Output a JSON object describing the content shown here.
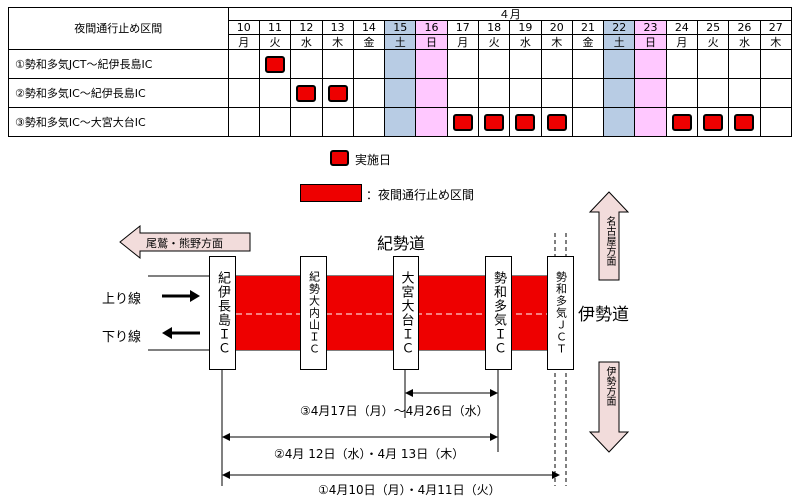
{
  "schedule": {
    "section_header": "夜間通行止め区間",
    "month": "４月",
    "dates": [
      "10",
      "11",
      "12",
      "13",
      "14",
      "15",
      "16",
      "17",
      "18",
      "19",
      "20",
      "21",
      "22",
      "23",
      "24",
      "25",
      "26",
      "27"
    ],
    "weekdays": [
      "月",
      "火",
      "水",
      "木",
      "金",
      "土",
      "日",
      "月",
      "火",
      "水",
      "木",
      "金",
      "土",
      "日",
      "月",
      "火",
      "水",
      "木"
    ],
    "day_types": [
      "w",
      "w",
      "w",
      "w",
      "w",
      "sat",
      "sun",
      "w",
      "w",
      "w",
      "w",
      "w",
      "sat",
      "sun",
      "w",
      "w",
      "w",
      "w"
    ],
    "rows": [
      {
        "label": "①勢和多気JCT～紀伊長島IC",
        "marked": [
          0,
          1,
          0,
          0,
          0,
          0,
          0,
          0,
          0,
          0,
          0,
          0,
          0,
          0,
          0,
          0,
          0,
          0
        ]
      },
      {
        "label": "②勢和多気IC～紀伊長島IC",
        "marked": [
          0,
          0,
          1,
          1,
          0,
          0,
          0,
          0,
          0,
          0,
          0,
          0,
          0,
          0,
          0,
          0,
          0,
          0
        ]
      },
      {
        "label": "③勢和多気IC～大宮大台IC",
        "marked": [
          0,
          0,
          0,
          0,
          0,
          0,
          0,
          1,
          1,
          1,
          1,
          0,
          0,
          0,
          1,
          1,
          1,
          0
        ]
      }
    ]
  },
  "legend": {
    "marker_label": "実施日",
    "closure_label": "：夜間通行止め区間"
  },
  "diagram": {
    "road_name": "紀勢道",
    "ise_road_name": "伊勢道",
    "left_direction": "尾鷲・熊野方面",
    "top_direction": "名古屋方面",
    "bottom_direction": "伊勢方面",
    "up_line": "上り線",
    "down_line": "下り線",
    "ic_1": "紀伊長島ＩＣ",
    "ic_2": "紀勢大内山ＩＣ",
    "ic_3": "大宮大台ＩＣ",
    "ic_4": "勢和多気ＩＣ",
    "ic_5": "勢和多気ＪＣＴ",
    "period_3": "③4月17日（月）～4月26日（水）",
    "period_2": "②4月 12日（水）・4月 13日（木）",
    "period_1": "①4月10日（月）・4月11日（火）"
  },
  "colors": {
    "closure_red": "#ee0000",
    "saturday": "#b8cce4",
    "sunday": "#ffc8ff",
    "arrow_fill": "#f2dcdb"
  }
}
